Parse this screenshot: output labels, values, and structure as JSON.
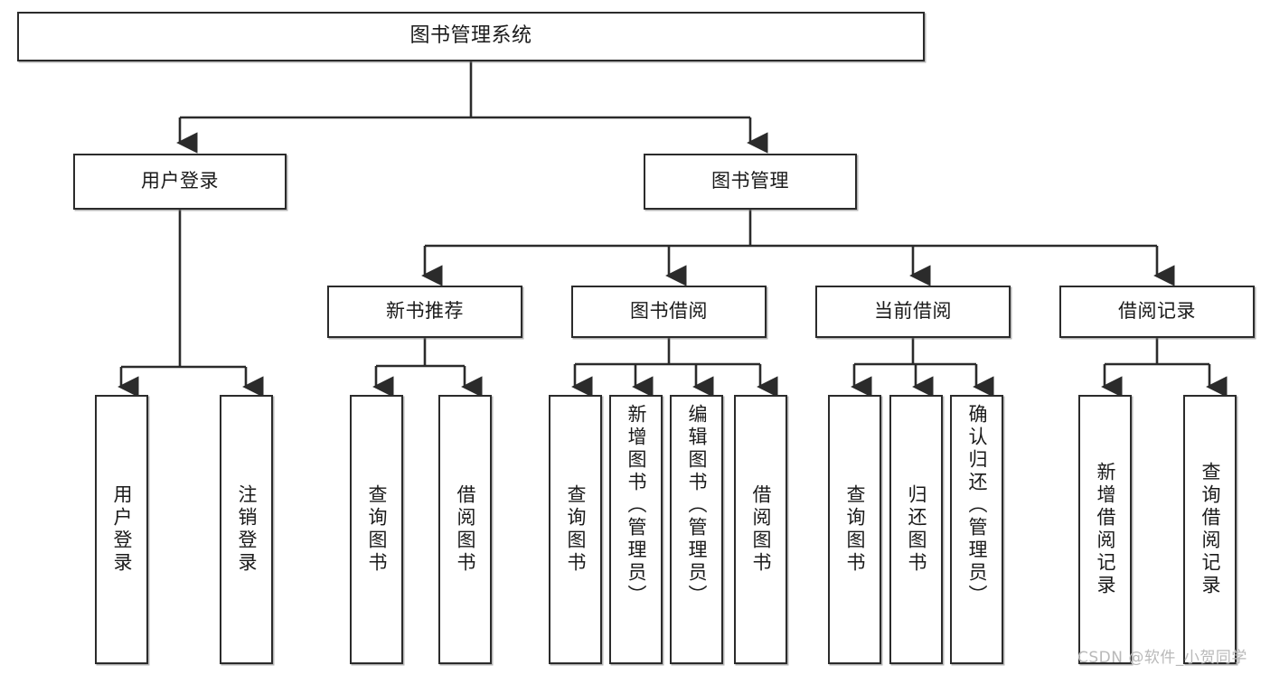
{
  "diagram": {
    "title": "图书管理系统",
    "type": "hierarchy-tree",
    "root": {
      "label": "图书管理系统"
    },
    "level2": [
      {
        "label": "用户登录"
      },
      {
        "label": "图书管理"
      }
    ],
    "level3": [
      {
        "label": "新书推荐"
      },
      {
        "label": "图书借阅"
      },
      {
        "label": "当前借阅"
      },
      {
        "label": "借阅记录"
      }
    ],
    "leaves": {
      "user_login": [
        {
          "label": "用户登录"
        },
        {
          "label": "注销登录"
        }
      ],
      "new_book": [
        {
          "label": "查询图书"
        },
        {
          "label": "借阅图书"
        }
      ],
      "book_borrow": [
        {
          "label": "查询图书"
        },
        {
          "label": "新增图书（管理员）"
        },
        {
          "label": "编辑图书（管理员）"
        },
        {
          "label": "借阅图书"
        }
      ],
      "current_borrow": [
        {
          "label": "查询图书"
        },
        {
          "label": "归还图书"
        },
        {
          "label": "确认归还（管理员）"
        }
      ],
      "borrow_record": [
        {
          "label": "新增借阅记录"
        },
        {
          "label": "查询借阅记录"
        }
      ]
    }
  },
  "watermark": {
    "text": "CSDN @软件_小贺同学"
  },
  "colors": {
    "box_border": "#2b2b2b",
    "box_fill": "#ffffff",
    "text": "#1a1a1a",
    "connector": "#2b2b2b",
    "watermark": "#b9b9b9"
  }
}
